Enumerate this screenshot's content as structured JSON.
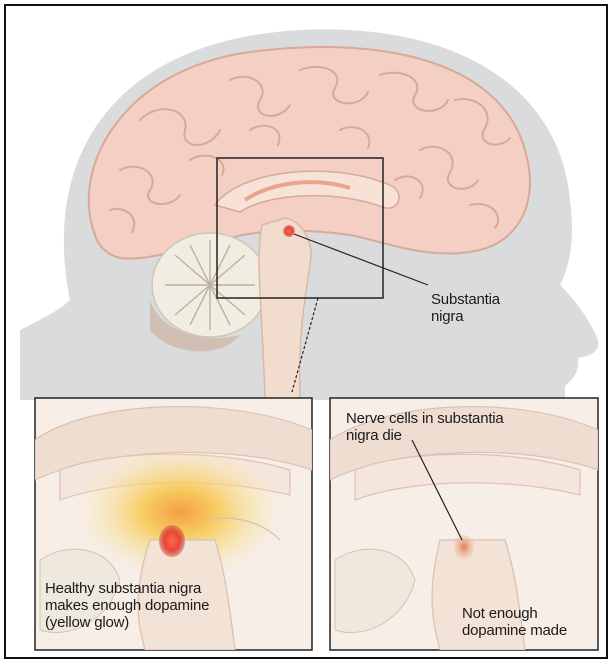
{
  "labels": {
    "main": "Substantia\nnigra",
    "healthy": "Healthy substantia nigra\nmakes enough dopamine\n(yellow glow)",
    "dying": "Nerve cells in substantia\nnigra die",
    "not_enough": "Not enough\ndopamine made"
  },
  "colors": {
    "head": "#d9dbdd",
    "brain": "#f3cfc4",
    "gyri_line": "#d9a898",
    "cerebellum": "#f1ede2",
    "stem": "#f2dccd",
    "highlight_red": "#e8453c",
    "glow_yellow": "#f7c64a"
  }
}
